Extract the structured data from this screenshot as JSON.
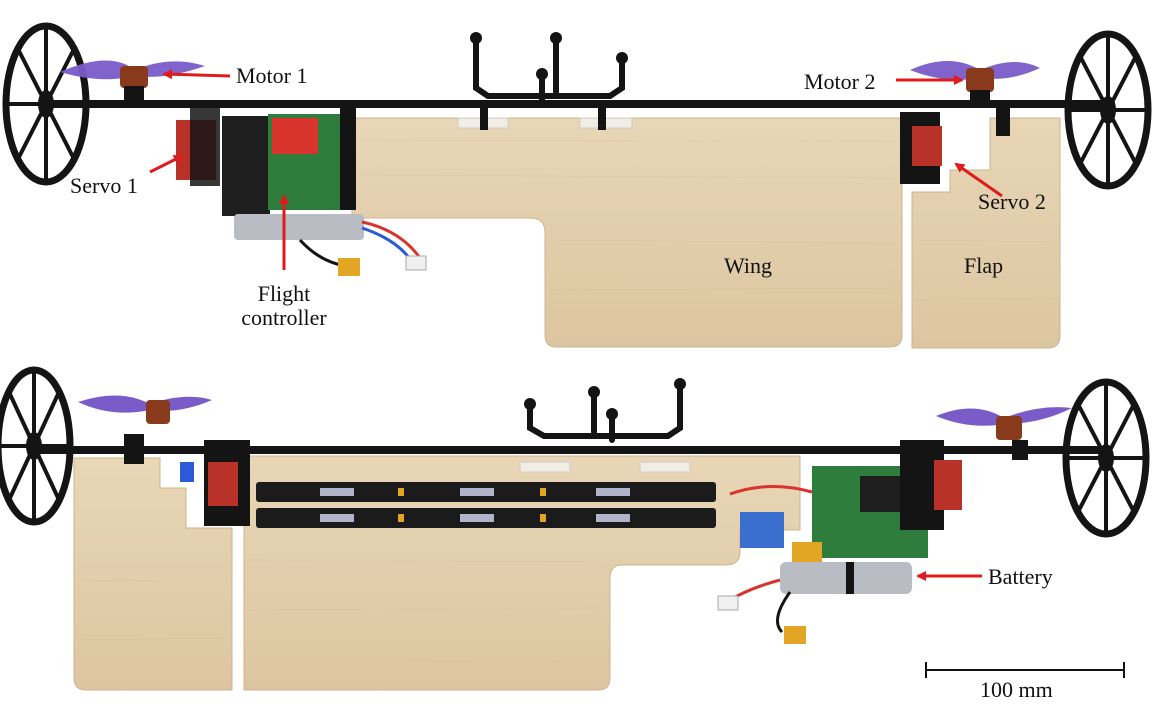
{
  "labels": {
    "motor1": "Motor 1",
    "motor2": "Motor 2",
    "servo1": "Servo 1",
    "servo2": "Servo 2",
    "flight_controller_line1": "Flight",
    "flight_controller_line2": "controller",
    "wing": "Wing",
    "flap": "Flap",
    "battery": "Battery",
    "scale_bar": "100 mm"
  },
  "colors": {
    "wood": "#e3cfae",
    "wood_edge": "#cdb48c",
    "arrow": "#e01b1b",
    "propeller": "#7a5cc8",
    "frame": "#141414",
    "pcb_green": "#2e7d3c",
    "pcb_red": "#d8342c",
    "motor": "#8a3a1c",
    "led_strip": "#1b1b1b",
    "battery": "#b9bcc2"
  }
}
